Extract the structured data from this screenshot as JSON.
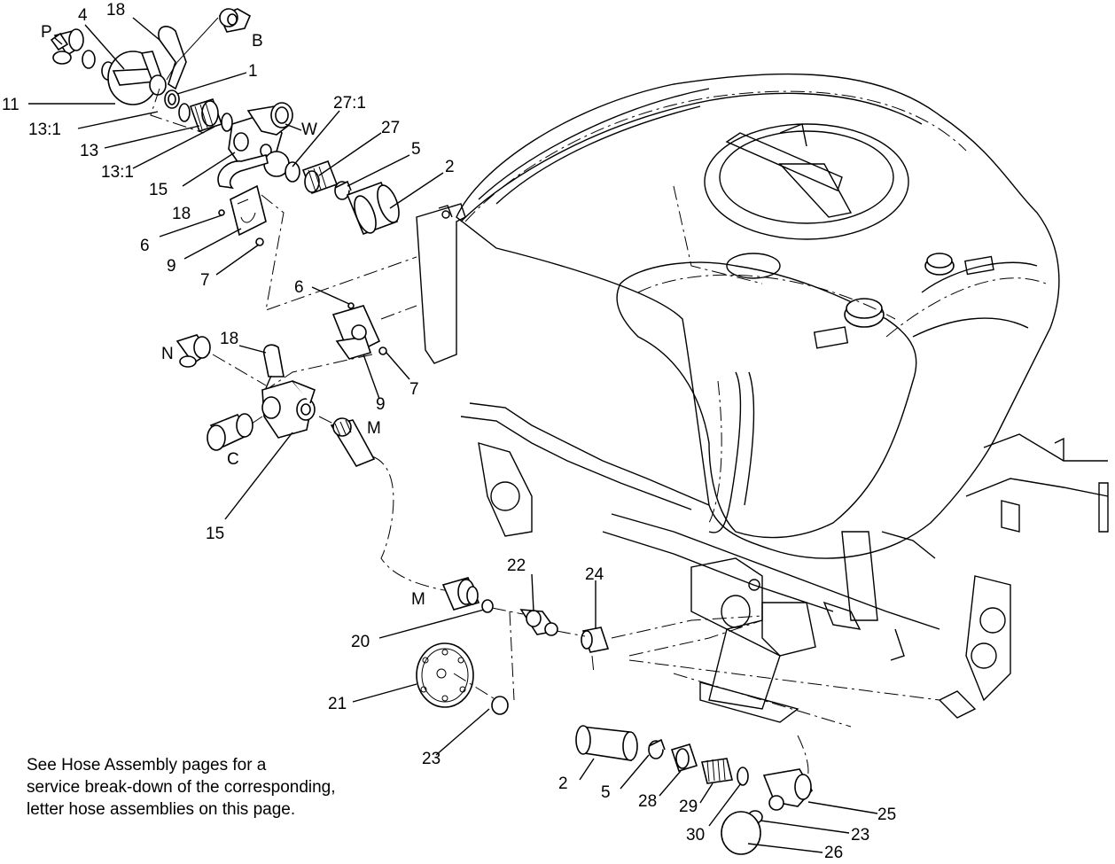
{
  "note": {
    "line1": "See Hose Assembly pages for a",
    "line2": "service break-down of the corresponding,",
    "line3": "letter hose assemblies on this page."
  },
  "callouts": {
    "p": "P",
    "4": "4",
    "18a": "18",
    "b": "B",
    "1": "1",
    "11": "11",
    "13_1a": "13:1",
    "13": "13",
    "13_1b": "13:1",
    "15a": "15",
    "w": "W",
    "27_1": "27:1",
    "27": "27",
    "5a": "5",
    "2a": "2",
    "18b": "18",
    "6a": "6",
    "9a": "9",
    "7a": "7",
    "6b": "6",
    "18c": "18",
    "n": "N",
    "7b": "7",
    "9b": "9",
    "m1": "M",
    "c": "C",
    "15b": "15",
    "22": "22",
    "24": "24",
    "m2": "M",
    "20": "20",
    "21": "21",
    "23a": "23",
    "2b": "2",
    "5b": "5",
    "28": "28",
    "29": "29",
    "30": "30",
    "25": "25",
    "23b": "23",
    "26": "26"
  }
}
